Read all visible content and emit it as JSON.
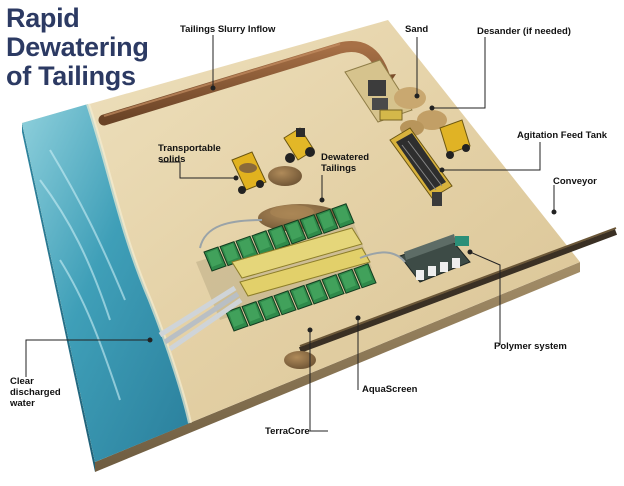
{
  "title": {
    "line1": "Rapid",
    "line2": "Dewatering",
    "line3": "of Tailings"
  },
  "labels": {
    "tailings_inflow": "Tailings Slurry Inflow",
    "sand": "Sand",
    "desander": "Desander (if needed)",
    "agitation_tank": "Agitation Feed Tank",
    "transportable_solids": "Transportable solids",
    "dewatered_tailings": "Dewatered Tailings",
    "conveyor": "Conveyor",
    "polymer_system": "Polymer system",
    "clear_water": "Clear discharged water",
    "aquascreen": "AquaScreen",
    "terracore": "TerraCore"
  },
  "colors": {
    "title": "#2c3a63",
    "sand_ground": "#e6d5ad",
    "water": "#4fa9bf",
    "modules": "#2f8a4a",
    "pipe_brown": "#8a5a36",
    "tank_yellow": "#d9b23a",
    "base_edge": "#8e7a5a"
  }
}
